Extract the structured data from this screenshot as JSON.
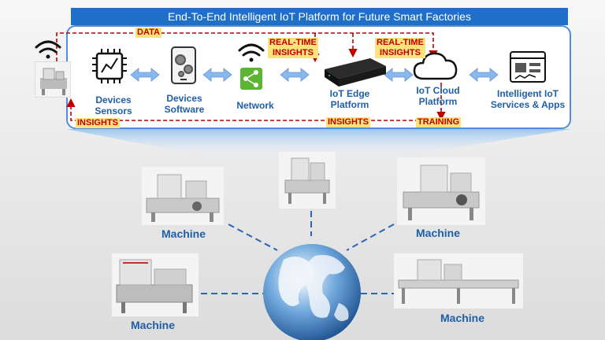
{
  "title": "End-To-End Intelligent IoT Platform for Future Smart Factories",
  "flow_tags": {
    "data": "DATA",
    "insights_left": "INSIGHTS",
    "realtime_1_line1": "REAL-TIME",
    "realtime_1_line2": "INSIGHTS",
    "realtime_2_line1": "REAL-TIME",
    "realtime_2_line2": "INSIGHTS",
    "insights_edge": "INSIGHTS",
    "training": "TRAINING"
  },
  "stages": [
    {
      "line1": "Devices",
      "line2": "Sensors",
      "icon": "chip-icon"
    },
    {
      "line1": "Devices",
      "line2": "Software",
      "icon": "tablet-gears-icon"
    },
    {
      "line1": "Network",
      "line2": "",
      "icon": "share-network-icon"
    },
    {
      "line1": "IoT Edge",
      "line2": "Platform",
      "icon": "edge-server-icon"
    },
    {
      "line1": "IoT Cloud",
      "line2": "Platform",
      "icon": "cloud-icon"
    },
    {
      "line1": "Intelligent IoT",
      "line2": "Services & Apps",
      "icon": "dashboard-icon"
    }
  ],
  "machines": [
    {
      "label": "Machine"
    },
    {
      "label": "Machine"
    },
    {
      "label": "Machine"
    },
    {
      "label": "Machine"
    }
  ],
  "colors": {
    "accent_blue": "#1f6fc6",
    "label_blue": "#1f5fa6",
    "tag_red": "#c00000",
    "tag_highlight": "#fbe27a",
    "arrow_blue": "#8ab8ec"
  }
}
